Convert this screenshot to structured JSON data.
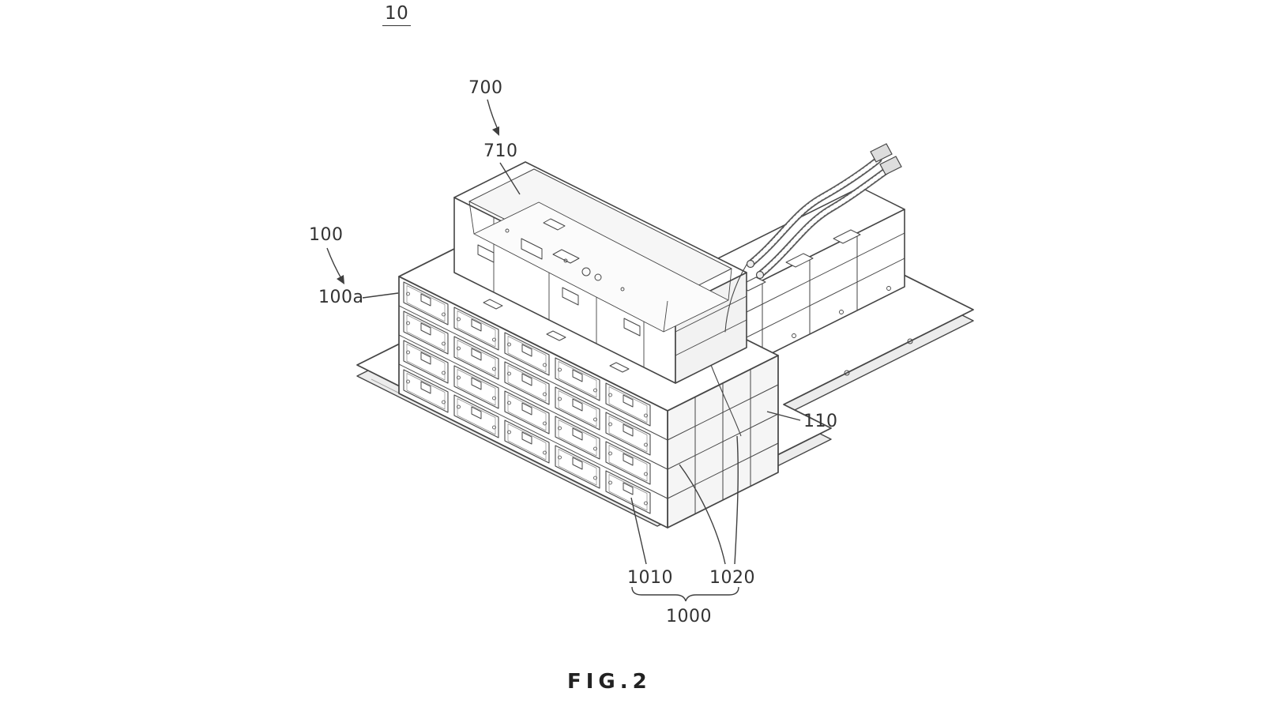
{
  "colors": {
    "background": "#ffffff",
    "line": "#454545",
    "label_text": "#333333"
  },
  "figure": {
    "sheet_number": "10",
    "caption": "FIG.2",
    "labels": {
      "n700": "700",
      "n710": "710",
      "n100": "100",
      "n100a": "100a",
      "n110": "110",
      "n1010": "1010",
      "n1020": "1020",
      "n1000": "1000"
    }
  }
}
